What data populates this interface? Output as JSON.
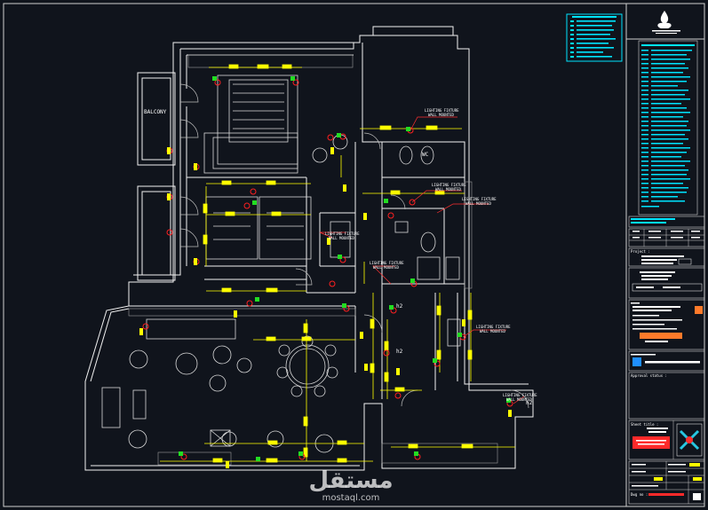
{
  "drawing": {
    "room_labels": {
      "balcony": "BALCONY",
      "wc": "WC"
    },
    "height_marks": [
      "h2",
      "h2",
      "h2"
    ],
    "callouts": [
      "LIGHTING FIXTURE\nWALL MOUNTED",
      "LIGHTING FIXTURE\nWALL MOUNTED",
      "LIGHTING FIXTURE\nWALL MOUNTED",
      "LIGHTING FIXTURE\nWALL MOUNTED",
      "LIGHTING FIXTURE\nWALL MOUNTED",
      "LIGHTING FIXTURE\nWALL MOUNTED"
    ]
  },
  "title_block": {
    "logo_alt": "logo",
    "approval": "Approval status :",
    "project_label": "Project :",
    "sheet_label": "Sheet title :",
    "dwg_label": "Dwg no :"
  },
  "watermark": {
    "arabic": "مستقل",
    "latin": "mostaql.com"
  },
  "colors": {
    "background": "#10141c",
    "wall": "#f2f2f2",
    "furniture": "#d9d9d9",
    "dimension": "#ffff00",
    "legend": "#00e5ff",
    "fixture_red": "#ff2020",
    "fixture_green": "#22dd22"
  }
}
